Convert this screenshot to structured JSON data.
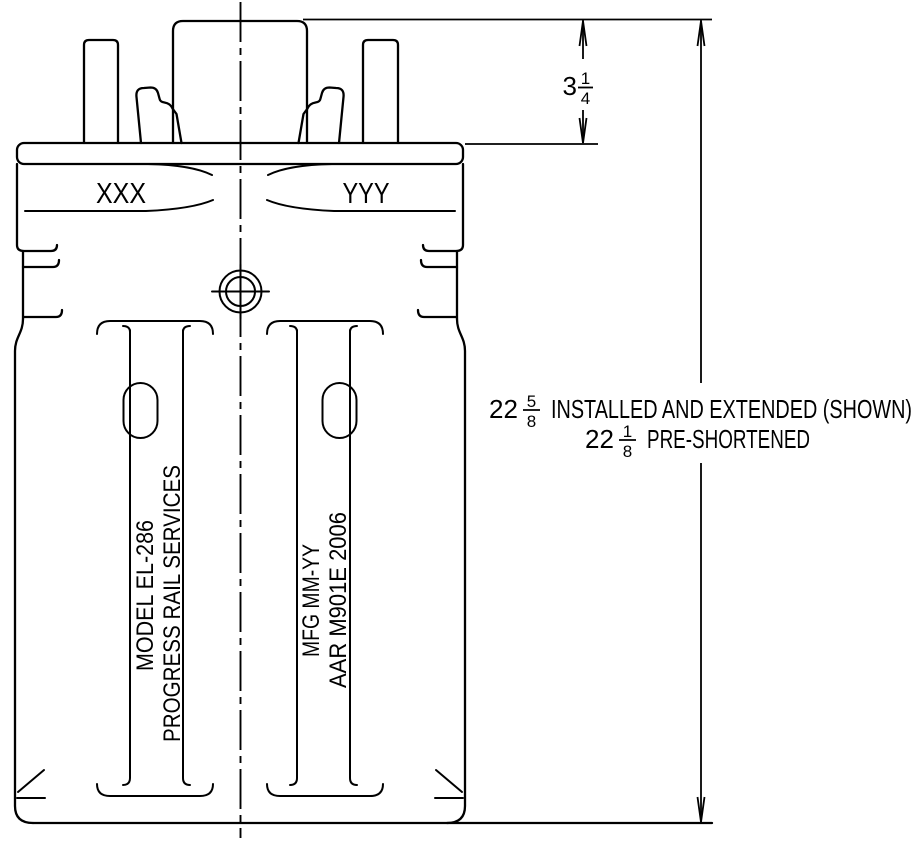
{
  "drawing": {
    "casting_marks": {
      "left": "XXX",
      "right": "YYY"
    },
    "left_plate": {
      "line1": "MODEL EL-286",
      "line2": "PROGRESS RAIL SERVICES"
    },
    "right_plate": {
      "line1": "MFG MM-YY",
      "line2": "AAR M901E 2006"
    },
    "dimensions": {
      "top": {
        "whole": "3",
        "num": "1",
        "den": "4"
      },
      "installed": {
        "whole": "22",
        "num": "5",
        "den": "8",
        "label": "INSTALLED AND EXTENDED (SHOWN)"
      },
      "preshortened": {
        "whole": "22",
        "num": "1",
        "den": "8",
        "label": "PRE-SHORTENED"
      }
    },
    "colors": {
      "line": "#000000",
      "background": "#ffffff"
    }
  }
}
